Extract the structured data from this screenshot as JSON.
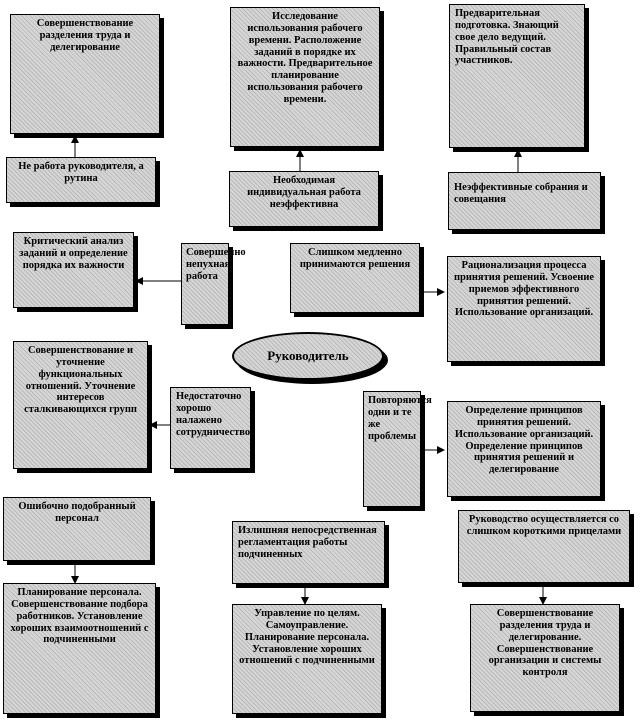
{
  "center": {
    "label": "Руководитель"
  },
  "boxes": {
    "b_deleg_top": "Совершенствование разделения труда и делегирование",
    "b_research": "Исследование использования рабочего времени. Расположение заданий в порядке их важности. Предварительное планирование использования рабочего времени.",
    "b_prep": "Предварительная подготовка. Знающий свое дело ведущий. Правильный состав участников.",
    "b_routine": "Не работа руководителя, а рутина",
    "b_individual": "Необходимая индивидуальная работа неэффективна",
    "b_meetings": "Неэффективные собрания и совещания",
    "b_critical": "Критический анализ заданий и определение порядка их важности",
    "b_sloppy": "Совершенно непухная работа",
    "b_slow": "Слишком медленно принимаются решения",
    "b_rational": "Рационализация процесса принятия решений. Усвоение приемов эффективного принятия решений. Использование организаций.",
    "b_func": "Совершенствование и уточнение функциональных отношений. Уточнение интересов сталкивающихся групп",
    "b_insufficient": "Недостаточно хорошо налажено сотрудничество",
    "b_repeat": "Повторяются одни и те же проблемы",
    "b_principles": "Определение принципов принятия решений. Использование организаций. Определение принципов принятия решений и делегирование",
    "b_badstaff": "Ошибочно подобранный персонал",
    "b_excess": "Излишняя непосредственная регламентация работы подчиненных",
    "b_shortgoals": "Руководство осуществляется со слишком короткими прицелами",
    "b_staffplan": "Планирование персонала. Совершенствование подбора работников. Установление хороших взаимоотношений с подчиненными",
    "b_mbo": "Управление по целям. Самоуправление. Планирование персонала. Установление хороших отношений с подчиненными",
    "b_deleg_bottom": "Совершенствование разделения труда и делегирование. Совершенствование организации и системы контроля"
  }
}
